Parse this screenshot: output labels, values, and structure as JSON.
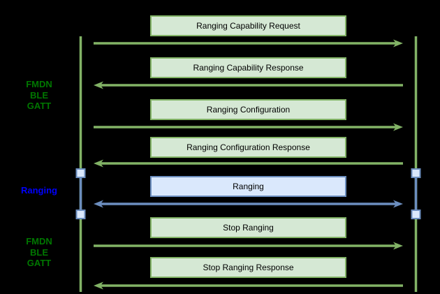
{
  "diagram_type": "sequence-diagram",
  "phases": [
    {
      "label": "FMDN\nBLE\nGATT",
      "channel": "gatt"
    },
    {
      "label": "Ranging",
      "channel": "ranging"
    },
    {
      "label": "FMDN\nBLE\nGATT",
      "channel": "gatt"
    }
  ],
  "messages": [
    {
      "label": "Ranging Capability Request",
      "direction": "right",
      "channel": "gatt"
    },
    {
      "label": "Ranging Capability Response",
      "direction": "left",
      "channel": "gatt"
    },
    {
      "label": "Ranging Configuration",
      "direction": "right",
      "channel": "gatt"
    },
    {
      "label": "Ranging Configuration Response",
      "direction": "left",
      "channel": "gatt"
    },
    {
      "label": "Ranging",
      "direction": "both",
      "channel": "ranging"
    },
    {
      "label": "Stop Ranging",
      "direction": "right",
      "channel": "gatt"
    },
    {
      "label": "Stop Ranging Response",
      "direction": "left",
      "channel": "gatt"
    }
  ],
  "colors": {
    "background": "#000000",
    "gatt-stroke": "#82b366",
    "gatt-fill": "#d5e8d4",
    "ranging-stroke": "#6c8ebf",
    "ranging-fill": "#dae8fc",
    "activation-fill": "#dae8fc",
    "phase-gatt-text": "#007700",
    "phase-ranging-text": "#0000ff",
    "message-text": "#000000"
  }
}
